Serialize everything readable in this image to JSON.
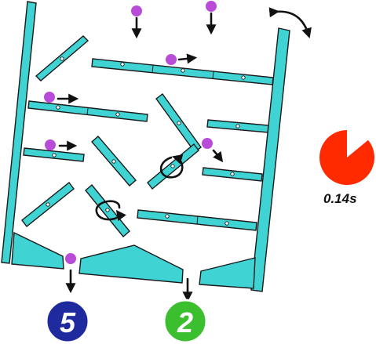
{
  "timer": {
    "label": "0.14s",
    "remaining_fraction": 0.86,
    "color": "#ff2a00"
  },
  "bins": [
    {
      "value": "5",
      "color": "#1f2a9e"
    },
    {
      "value": "2",
      "color": "#3bbf2f"
    }
  ],
  "colors": {
    "board": "#3fd3d3",
    "ball": "#b84bd8",
    "arrow": "#111111"
  },
  "icons": {
    "rotate_board": "curved-double-arrow-icon",
    "spinning_paddle": "circular-arrow-icon",
    "ball_motion": "arrow-icon"
  }
}
